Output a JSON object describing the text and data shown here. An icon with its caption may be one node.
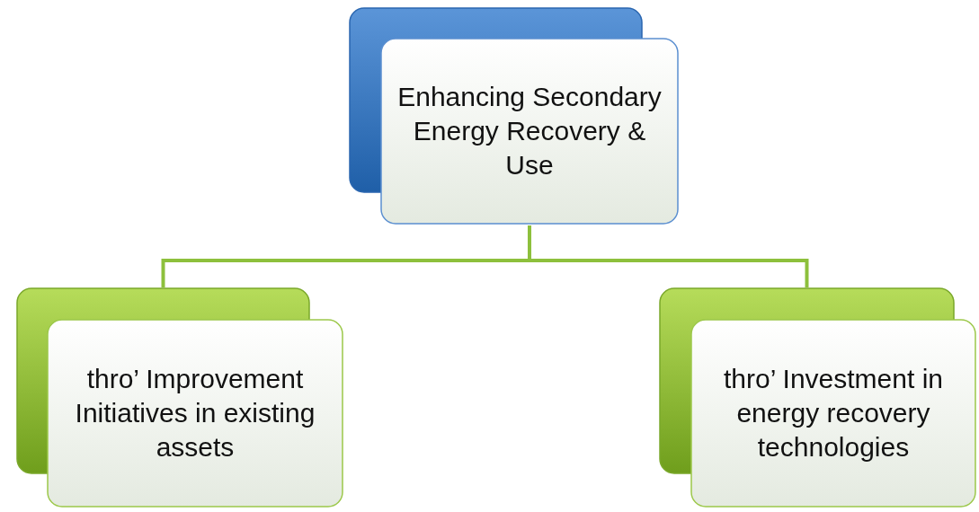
{
  "diagram": {
    "nodes": [
      {
        "text": [
          "Enhancing Secondary Energy Recovery & Use"
        ]
      },
      {
        "text": [
          "thro’ Improvement Initiatives in existing assets"
        ]
      },
      {
        "text": [
          "thro’ Investment in energy recovery technologies"
        ]
      }
    ],
    "edges": [
      {
        "from": 0,
        "to": 1,
        "arrow": "none"
      },
      {
        "from": 0,
        "to": 2,
        "arrow": "none"
      }
    ]
  }
}
